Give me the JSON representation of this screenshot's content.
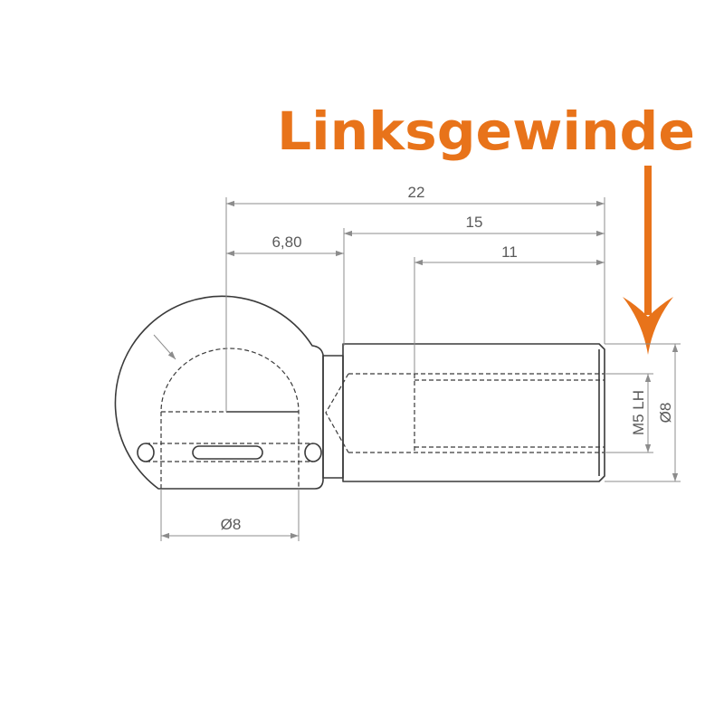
{
  "title": "Linksgewinde",
  "dimensions": {
    "overall_length": "22",
    "head_offset": "6,80",
    "shank_length": "15",
    "thread_length": "11",
    "ball_diameter": "Ø8",
    "thread": "M5 LH",
    "shank_diameter": "Ø8"
  },
  "colors": {
    "accent": "#E8731A",
    "outline": "#3a3a3a",
    "dimension": "#8c8c8c",
    "dimension_text": "#5a5a5a"
  }
}
